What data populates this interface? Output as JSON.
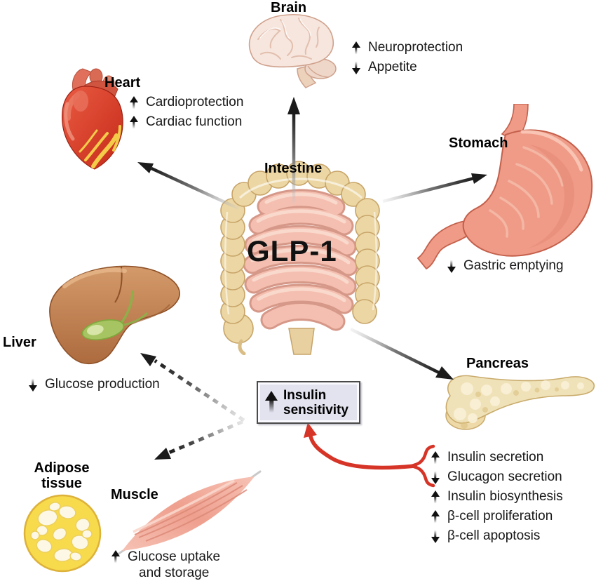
{
  "figure": {
    "center_organ": "Intestine",
    "center_hormone": "GLP-1"
  },
  "organs": {
    "brain": {
      "label": "Brain",
      "effects": [
        {
          "dir": "up",
          "text": "Neuroprotection"
        },
        {
          "dir": "down",
          "text": "Appetite"
        }
      ]
    },
    "heart": {
      "label": "Heart",
      "effects": [
        {
          "dir": "up",
          "text": "Cardioprotection"
        },
        {
          "dir": "up",
          "text": "Cardiac function"
        }
      ]
    },
    "stomach": {
      "label": "Stomach",
      "effects": [
        {
          "dir": "down",
          "text": "Gastric emptying"
        }
      ]
    },
    "liver": {
      "label": "Liver",
      "effects": [
        {
          "dir": "down",
          "text": "Glucose production"
        }
      ]
    },
    "pancreas": {
      "label": "Pancreas",
      "effects": [
        {
          "dir": "up",
          "text": "Insulin secretion"
        },
        {
          "dir": "down",
          "text": "Glucagon secretion"
        },
        {
          "dir": "up",
          "text": "Insulin biosynthesis"
        },
        {
          "dir": "up",
          "text": "β-cell proliferation"
        },
        {
          "dir": "down",
          "text": "β-cell apoptosis"
        }
      ]
    },
    "adipose_tissue": {
      "label_line1": "Adipose",
      "label_line2": "tissue"
    },
    "muscle": {
      "label": "Muscle",
      "effect": {
        "dir": "up",
        "line1": "Glucose uptake",
        "line2": "and storage"
      }
    }
  },
  "insulin_sensitivity_box": {
    "dir": "up",
    "line1": "Insulin",
    "line2": "sensitivity"
  },
  "colors": {
    "accent_red": "#d63427",
    "box_background": "#e3e3f0",
    "box_border": "#4a4a4a",
    "arrow_black": "#1b1b1b"
  }
}
